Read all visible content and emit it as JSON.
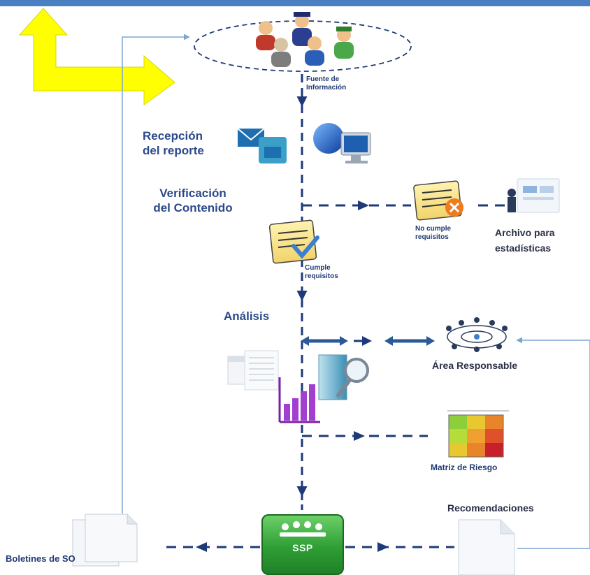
{
  "labels": {
    "fuente_line1": "Fuente de",
    "fuente_line2": "Información",
    "recepcion_line1": "Recepción",
    "recepcion_line2": "del reporte",
    "verificacion_line1": "Verificación",
    "verificacion_line2": "del Contenido",
    "no_cumple_line1": "No cumple",
    "no_cumple_line2": "requisitos",
    "archivo_line1": "Archivo para",
    "archivo_line2": "estadísticas",
    "cumple_line1": "Cumple",
    "cumple_line2": "requisitos",
    "analisis": "Análisis",
    "area_responsable": "Área Responsable",
    "matriz_riesgo": "Matriz de Riesgo",
    "recomendaciones": "Recomendaciones",
    "boletines": "Boletines de SO",
    "ssp": "SSP"
  },
  "colors": {
    "top_bar": "#4a7fc2",
    "flow_arrow": "#1e3a78",
    "feedback_line": "#7aa6d4",
    "yellow_arrow": "#ffff00",
    "ssp_green": "#2e9e35"
  },
  "icons": [
    "people-group-icon",
    "mail-box-icon",
    "globe-computer-icon",
    "note-rejected-icon",
    "analyst-dashboard-icon",
    "note-approved-icon",
    "network-team-icon",
    "data-sheet-icon",
    "bar-chart-icon",
    "magnifier-window-icon",
    "risk-matrix-icon",
    "document-stack-icon",
    "blank-document-icon",
    "meeting-icon"
  ]
}
